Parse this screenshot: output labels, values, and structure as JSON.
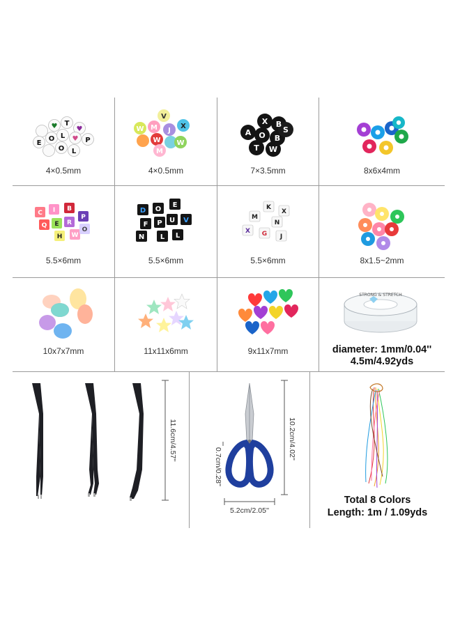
{
  "grid": [
    {
      "size": "4×0.5mm",
      "art": "round-white-letter-beads"
    },
    {
      "size": "4×0.5mm",
      "art": "round-color-letter-beads"
    },
    {
      "size": "7×3.5mm",
      "art": "round-black-letter-beads"
    },
    {
      "size": "8x6x4mm",
      "art": "opaque-pony-beads"
    },
    {
      "size": "5.5×6mm",
      "art": "cube-color-letter-beads"
    },
    {
      "size": "5.5×6mm",
      "art": "cube-black-letter-beads"
    },
    {
      "size": "5.5×6mm",
      "art": "cube-white-letter-beads"
    },
    {
      "size": "8x1.5~2mm",
      "art": "flat-round-beads"
    },
    {
      "size": "10x7x7mm",
      "art": "oval-beads"
    },
    {
      "size": "11x11x6mm",
      "art": "star-beads"
    },
    {
      "size": "9x11x7mm",
      "art": "heart-beads"
    }
  ],
  "cord": {
    "line1": "diameter: 1mm/0.04''",
    "line2": "4.5m/4.92yds",
    "spool_text": "STRONG & STRETCH"
  },
  "tweezers": {
    "length": "11.6cm/4.57''"
  },
  "scissors": {
    "length": "10.2cm/4.02''",
    "blade": "0.7cm/0.28''",
    "width": "5.2cm/2.05''"
  },
  "threads": {
    "line1": "Total 8 Colors",
    "line2": "Length: 1m / 1.09yds"
  },
  "colors": {
    "scissor_handle": "#1f3f9e",
    "tweezer": "#1e1f24",
    "divider": "#9a9a9a"
  }
}
